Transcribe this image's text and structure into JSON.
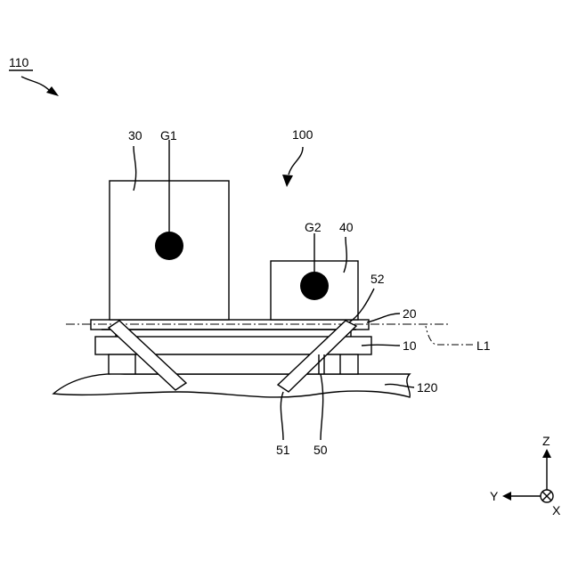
{
  "figure": {
    "system_ref": "110",
    "assembly_ref": "100",
    "labels": {
      "block_large": "30",
      "block_small": "40",
      "cog_large": "G1",
      "cog_small": "G2",
      "plate": "20",
      "base": "10",
      "ground": "120",
      "strut_left": "51",
      "strut_group": "50",
      "strut_right": "52",
      "axis_line": "L1"
    },
    "axes": {
      "z": "Z",
      "y": "Y",
      "x": "X"
    }
  }
}
